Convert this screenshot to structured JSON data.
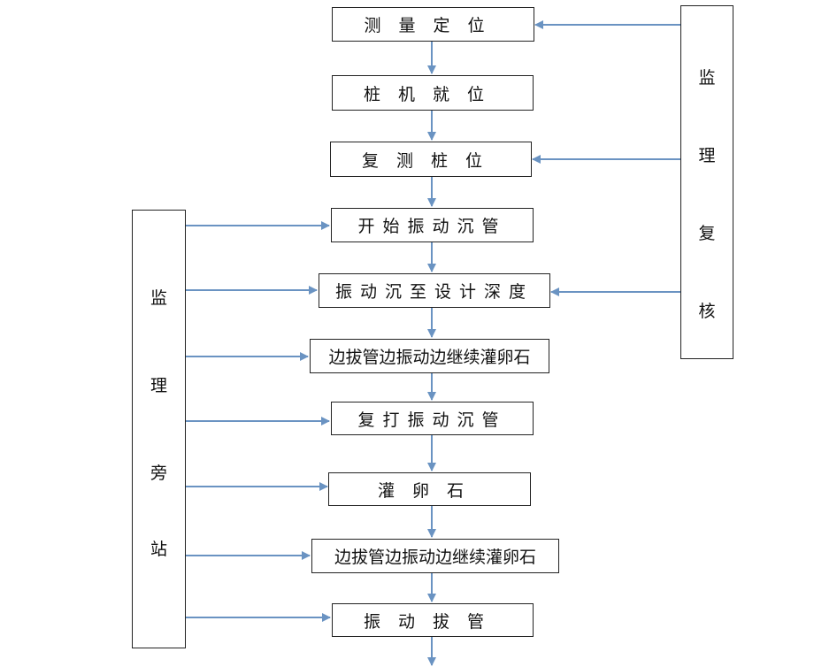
{
  "steps": [
    "测量定位",
    "桩机就位",
    "复测桩位",
    "开始振动沉管",
    "振动沉至设计深度",
    "边拔管边振动边继续灌卵石",
    "复打振动沉管",
    "灌卵石",
    "边拔管边振动边继续灌卵石",
    "振动拔管"
  ],
  "right_side": {
    "chars": [
      "监",
      "理",
      "复",
      "核"
    ]
  },
  "left_side": {
    "chars": [
      "监",
      "理",
      "旁",
      "站"
    ]
  },
  "colors": {
    "arrow": "#6a93c2",
    "border": "#222222"
  }
}
